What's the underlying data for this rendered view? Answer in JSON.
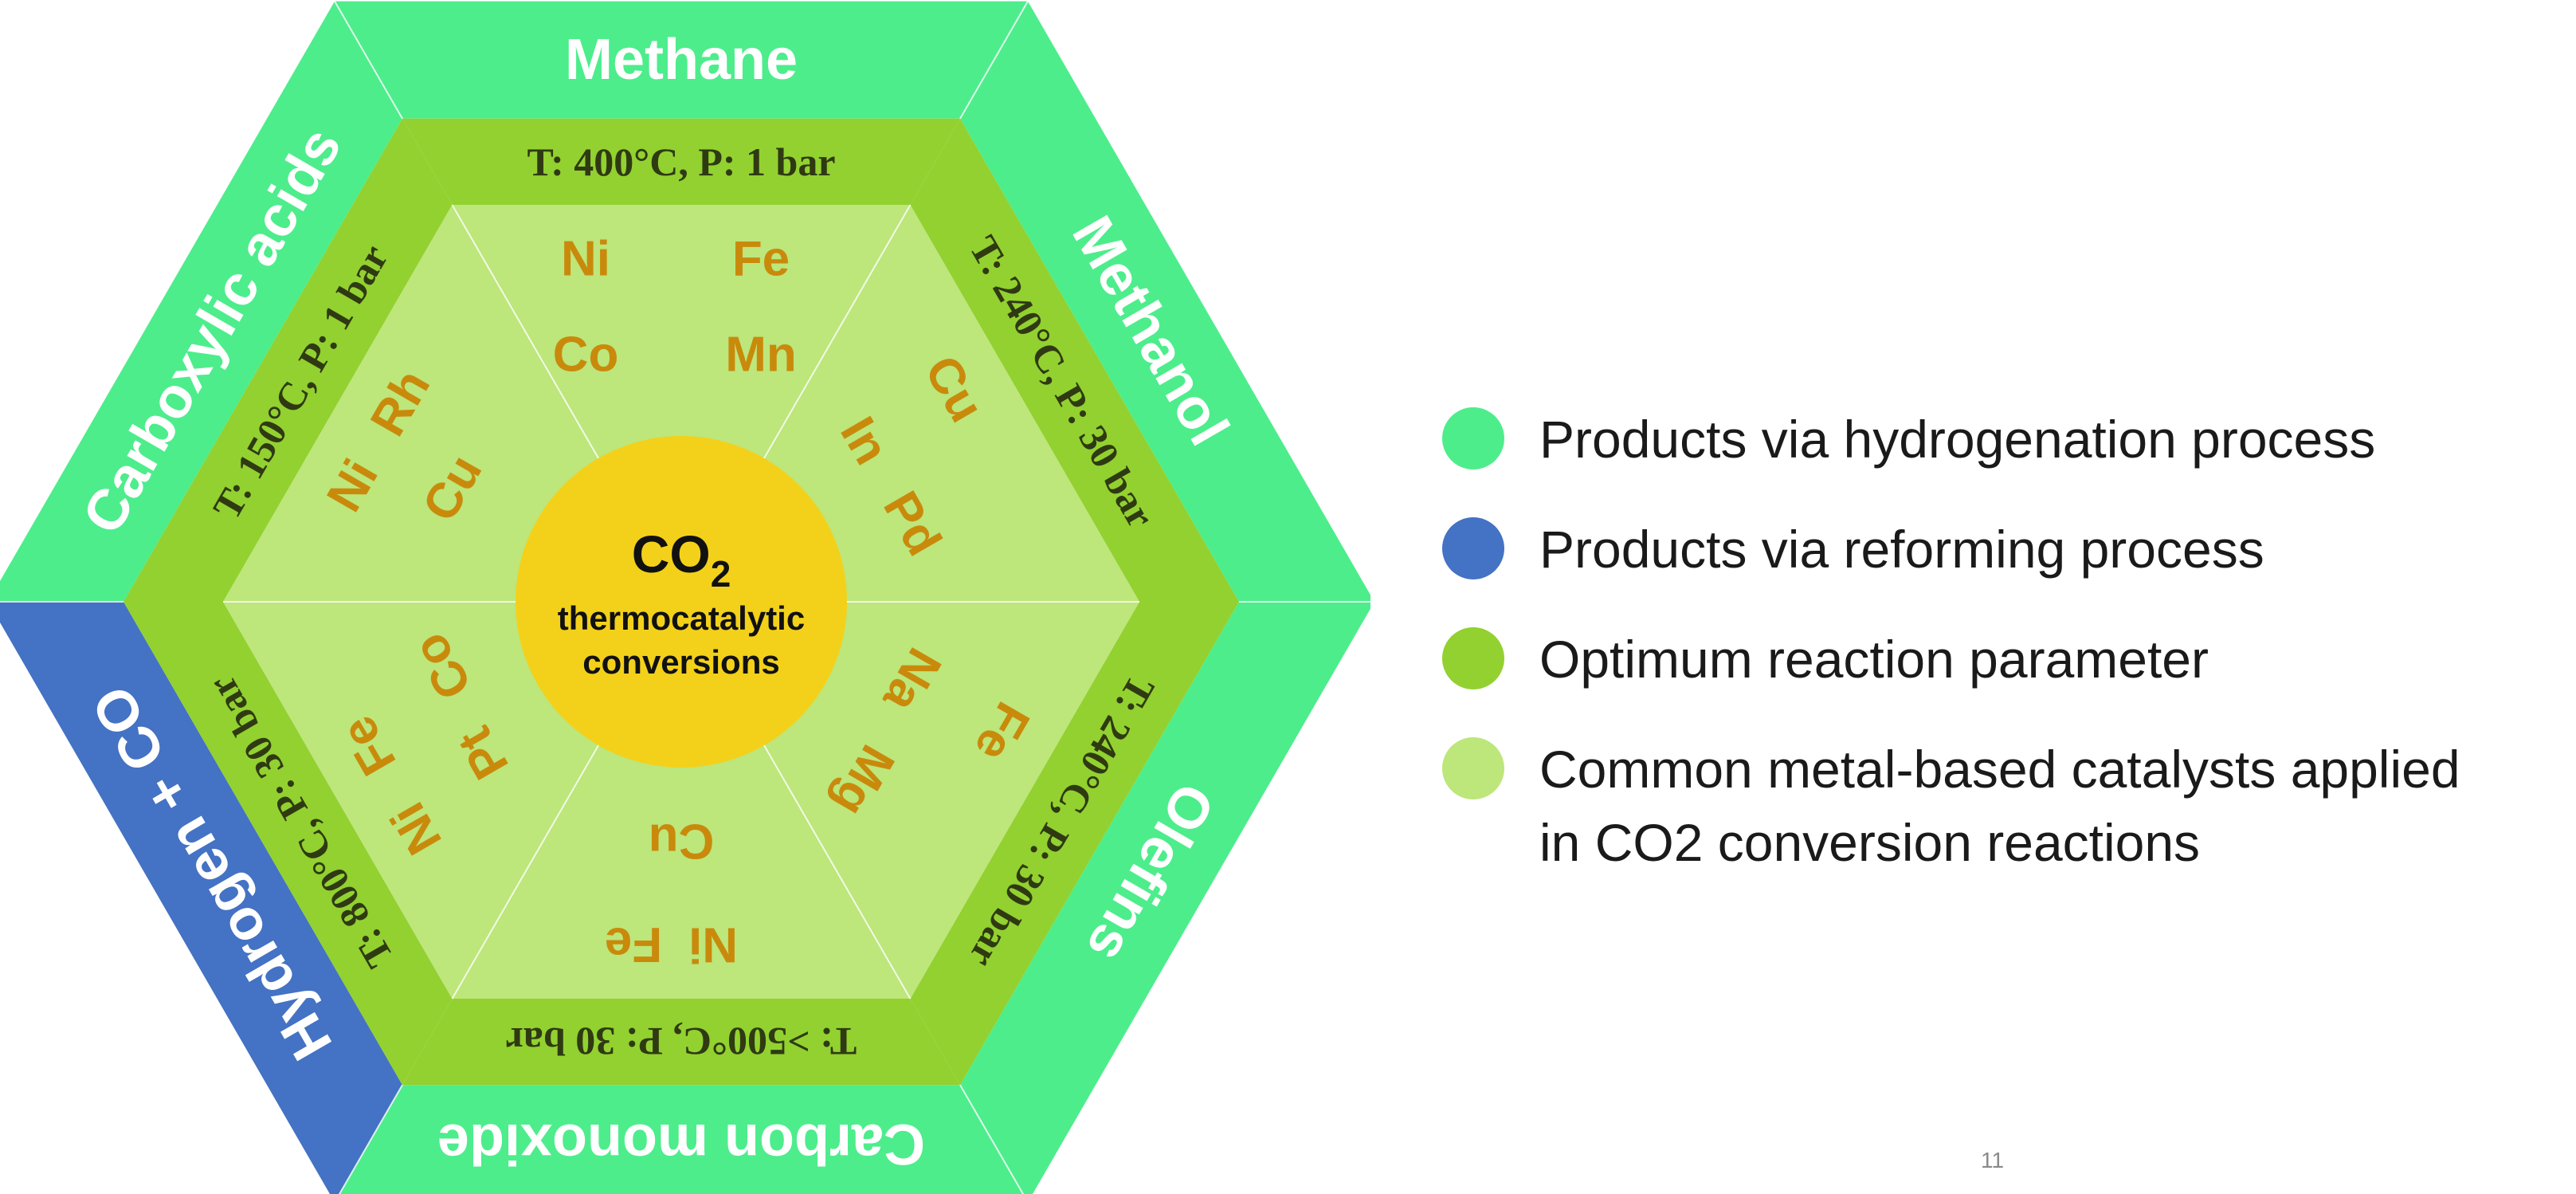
{
  "colors": {
    "hydrogenation": "#4ded8c",
    "reforming": "#4472c4",
    "optimum": "#92d130",
    "catalyst": "#bde67b",
    "center": "#f3d11a",
    "metal_text": "#c98a0c"
  },
  "center": {
    "title": "CO",
    "subscript": "2",
    "line1": "thermocatalytic",
    "line2": "conversions"
  },
  "segments": [
    {
      "product": "Methane",
      "process": "hydrogenation",
      "conditions": "T: 400°C,  P: 1 bar",
      "metals": [
        "Ni",
        "Fe",
        "Co",
        "Mn"
      ]
    },
    {
      "product": "Methanol",
      "process": "hydrogenation",
      "conditions": "T: 240°C,  P: 30 bar",
      "metals": [
        "Cu",
        "In",
        "Pd"
      ]
    },
    {
      "product": "Olefins",
      "process": "hydrogenation",
      "conditions": "T: 240°C,  P: 30 bar",
      "metals": [
        "Fe",
        "Na",
        "Mg"
      ]
    },
    {
      "product": "Carbon monoxide",
      "process": "hydrogenation",
      "conditions": "T: >500°C,  P: 30 bar",
      "metals": [
        "Ni",
        "Fe",
        "Cu"
      ]
    },
    {
      "product": "Hydrogen + CO",
      "process": "reforming",
      "conditions": "T: 800°C,  P: 30 bar",
      "metals": [
        "Ni",
        "Fe",
        "Pt",
        "Co"
      ]
    },
    {
      "product": "Carboxylic acids",
      "process": "hydrogenation",
      "conditions": "T: 150°C,  P: 1 bar",
      "metals": [
        "Ni",
        "Rh",
        "Cu"
      ]
    }
  ],
  "legend": [
    {
      "color_key": "hydrogenation",
      "label": "Products via hydrogenation process"
    },
    {
      "color_key": "reforming",
      "label": "Products via reforming process"
    },
    {
      "color_key": "optimum",
      "label": "Optimum reaction parameter"
    },
    {
      "color_key": "catalyst",
      "label": "Common metal-based catalysts applied\nin CO2 conversion reactions"
    }
  ],
  "page_number": "11"
}
